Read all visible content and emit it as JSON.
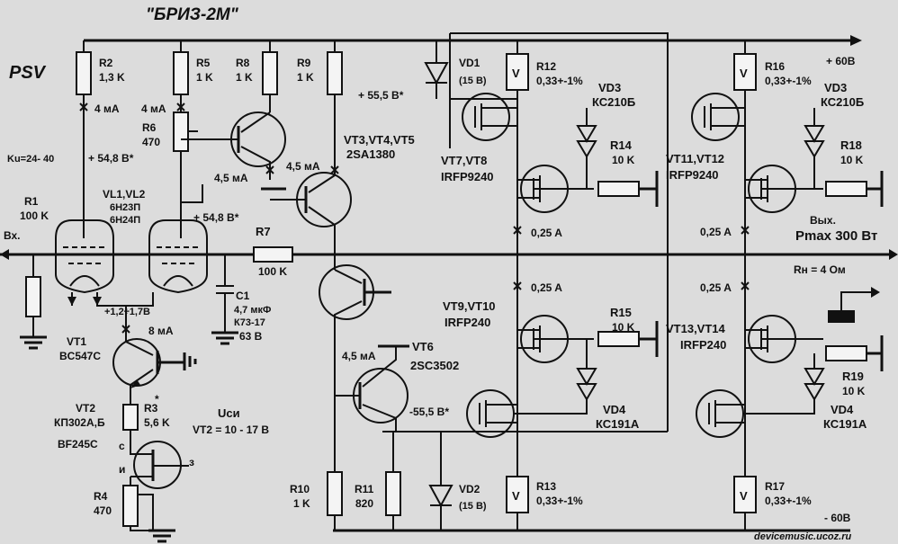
{
  "title": "\"БРИЗ-2М\"",
  "brand": "PSV",
  "gain": "Ku=24- 40",
  "watermark": "devicemusic.ucoz.ru",
  "rails": {
    "pos": "+ 60В",
    "neg": "- 60В"
  },
  "output": {
    "label": "Вых.",
    "pmax": "Pmax 300 Вт",
    "load": "Rн = 4 Ом"
  },
  "input": {
    "label": "Вх."
  },
  "voltages": {
    "v548a": "+ 54,8 В*",
    "v548b": "+ 54,8 В*",
    "v555p": "+ 55,5 В*",
    "v555n": "-55,5 В*",
    "v12": "+1,2÷1,7В",
    "uci": "Uси",
    "uci_range": "VT2 = 10 - 17 В"
  },
  "currents": {
    "r2": "4 мА",
    "r5": "4 мА",
    "vt1": "8 мА",
    "vt3a": "4,5 мА",
    "vt3b": "4,5 мА",
    "vt6": "4,5 мА",
    "q7": "0,25 A",
    "q11": "0,25 A",
    "q9": "0,25 A",
    "q13": "0,25 A"
  },
  "components": {
    "r1": {
      "name": "R1",
      "value": "100 K"
    },
    "r2": {
      "name": "R2",
      "value": "1,3 K"
    },
    "r3": {
      "name": "R3",
      "value": "5,6 K",
      "mark": "*"
    },
    "r4": {
      "name": "R4",
      "value": "470"
    },
    "r5": {
      "name": "R5",
      "value": "1 K"
    },
    "r6": {
      "name": "R6",
      "value": "470"
    },
    "r7": {
      "name": "R7",
      "value": "100 K"
    },
    "r8": {
      "name": "R8",
      "value": "1 K"
    },
    "r9": {
      "name": "R9",
      "value": "1 K"
    },
    "r10": {
      "name": "R10",
      "value": "1 K"
    },
    "r11": {
      "name": "R11",
      "value": "820"
    },
    "r12": {
      "name": "R12",
      "value": "0,33+-1%"
    },
    "r13": {
      "name": "R13",
      "value": "0,33+-1%"
    },
    "r14": {
      "name": "R14",
      "value": "10 K"
    },
    "r15": {
      "name": "R15",
      "value": "10 K"
    },
    "r16": {
      "name": "R16",
      "value": "0,33+-1%"
    },
    "r17": {
      "name": "R17",
      "value": "0,33+-1%"
    },
    "r18": {
      "name": "R18",
      "value": "10 K"
    },
    "r19": {
      "name": "R19",
      "value": "10 K"
    },
    "c1": {
      "name": "C1",
      "value": "4,7 мкФ",
      "type": "К73-17",
      "volt": "63 В"
    },
    "vl": {
      "name": "VL1,VL2",
      "t1": "6Н23П",
      "t2": "6Н24П"
    },
    "vt1": {
      "name": "VT1",
      "part": "BC547C"
    },
    "vt2": {
      "name": "VT2",
      "part1": "КП302А,Б",
      "part2": "BF245C",
      "pin_c": "c",
      "pin_i": "и",
      "pin_z": "з"
    },
    "vt3": {
      "name": "VT3,VT4,VT5",
      "part": "2SA1380"
    },
    "vt6": {
      "name": "VT6",
      "part": "2SC3502"
    },
    "vt7": {
      "name": "VT7,VT8",
      "part": "IRFP9240"
    },
    "vt9": {
      "name": "VT9,VT10",
      "part": "IRFP240"
    },
    "vt11": {
      "name": "VT11,VT12",
      "part": "IRFP9240"
    },
    "vt13": {
      "name": "VT13,VT14",
      "part": "IRFP240"
    },
    "vd1": {
      "name": "VD1",
      "volt": "(15 В)"
    },
    "vd2": {
      "name": "VD2",
      "volt": "(15 В)"
    },
    "vd3a": {
      "name": "VD3",
      "part": "КС210Б"
    },
    "vd3b": {
      "name": "VD3",
      "part": "КС210Б"
    },
    "vd4a": {
      "name": "VD4",
      "part": "КС191А"
    },
    "vd4b": {
      "name": "VD4",
      "part": "КС191А"
    },
    "vmark": "V"
  }
}
